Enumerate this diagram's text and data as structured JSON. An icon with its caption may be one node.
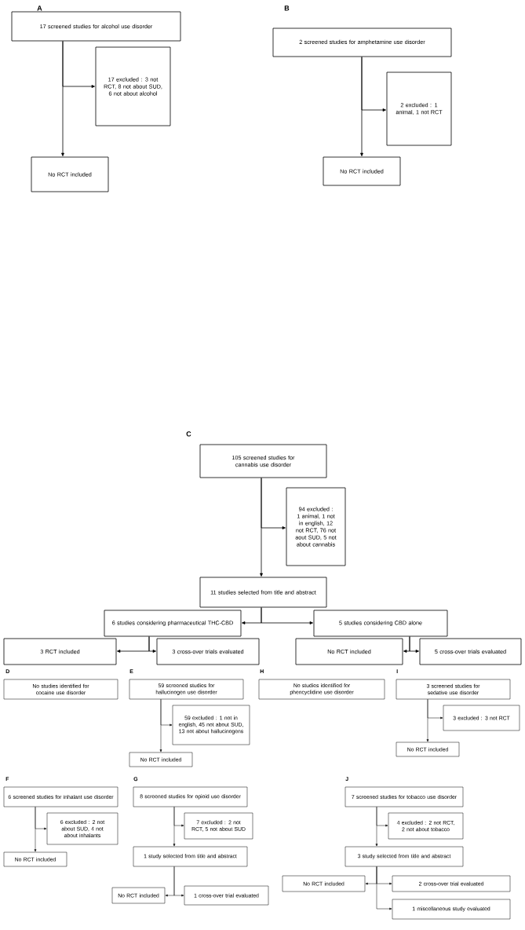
{
  "diagram": {
    "nodes": [
      {
        "text": [
          "17 screened studies for alcohol use disorder"
        ]
      },
      {
        "text": [
          "17 excluded : 3 not RCT, 8 not about SUD, 6 not about alcohol"
        ]
      },
      {
        "text": [
          "No RCT included"
        ]
      },
      {
        "text": [
          "2 screened studies for amphetamine use disorder"
        ]
      },
      {
        "text": [
          "2 excluded : 1 animal, 1 not RCT"
        ]
      },
      {
        "text": [
          "No RCT included"
        ]
      },
      {
        "text": [
          "105 screened studies for cannabis use disorder"
        ]
      },
      {
        "text": [
          "94 excluded : 1 animal, 1 not in english, 12 not RCT, 76 not aout SUD, 5 not about cannabis"
        ]
      },
      {
        "text": [
          "11 studies selected from title and abstract"
        ]
      },
      {
        "text": [
          "6 studies considering pharmaceutical THC-CBD"
        ]
      },
      {
        "text": [
          "5 studies considering CBD alone"
        ]
      },
      {
        "text": [
          "3 RCT included"
        ]
      },
      {
        "text": [
          "3 cross-over trials evaluated"
        ]
      },
      {
        "text": [
          "No RCT included"
        ]
      },
      {
        "text": [
          "5 cross-over trials evaluated"
        ]
      },
      {
        "text": [
          "No studies identified for cocaine use disorder"
        ]
      },
      {
        "text": [
          "59 screened studies for hallucinogen use disorder"
        ]
      },
      {
        "text": [
          "59 excluded : 1 not in english, 45 not about SUD, 13 not about hallucinogens"
        ]
      },
      {
        "text": [
          "No RCT included"
        ]
      },
      {
        "text": [
          "No studies identified for phencyclidine use disorder"
        ]
      },
      {
        "text": [
          "3 screened studies for sedative use disorder"
        ]
      },
      {
        "text": [
          "3 excluded : 3 not RCT"
        ]
      },
      {
        "text": [
          "No RCT included"
        ]
      },
      {
        "text": [
          "6 screened studies for inhalant use disorder"
        ]
      },
      {
        "text": [
          "6 excluded : 2 not about SUD, 4 not about inhalants"
        ]
      },
      {
        "text": [
          "No RCT included"
        ]
      },
      {
        "text": [
          "8 screened studies for opioid use disorder"
        ]
      },
      {
        "text": [
          "7 excluded : 2 not RCT, 5 not about SUD"
        ]
      },
      {
        "text": [
          "1 study selected from title and abstract"
        ]
      },
      {
        "text": [
          "No RCT included"
        ]
      },
      {
        "text": [
          "1 cross-over trial evaluated"
        ]
      },
      {
        "text": [
          "7 screened studies for tobacco use disorder"
        ]
      },
      {
        "text": [
          "4 excluded : 2 not RCT, 2 not about tobacco"
        ]
      },
      {
        "text": [
          "3 study selected from title and abstract"
        ]
      },
      {
        "text": [
          "No RCT included"
        ]
      },
      {
        "text": [
          "2 cross-over trial evaluated"
        ]
      },
      {
        "text": [
          "1 miscellaneous study evaluated"
        ]
      }
    ],
    "edges": [
      {
        "from": 0,
        "to": 1,
        "arrow": "to"
      },
      {
        "from": 0,
        "to": 2,
        "arrow": "to"
      },
      {
        "from": 3,
        "to": 4,
        "arrow": "to"
      },
      {
        "from": 3,
        "to": 5,
        "arrow": "to"
      },
      {
        "from": 6,
        "to": 7,
        "arrow": "to"
      },
      {
        "from": 6,
        "to": 8,
        "arrow": "to"
      },
      {
        "from": 8,
        "to": 9,
        "arrow": "to"
      },
      {
        "from": 8,
        "to": 10,
        "arrow": "to"
      },
      {
        "from": 9,
        "to": 11,
        "arrow": "to"
      },
      {
        "from": 9,
        "to": 12,
        "arrow": "to"
      },
      {
        "from": 10,
        "to": 13,
        "arrow": "to"
      },
      {
        "from": 10,
        "to": 14,
        "arrow": "to"
      },
      {
        "from": 16,
        "to": 17,
        "arrow": "to"
      },
      {
        "from": 16,
        "to": 18,
        "arrow": "to"
      },
      {
        "from": 20,
        "to": 21,
        "arrow": "to"
      },
      {
        "from": 20,
        "to": 22,
        "arrow": "to"
      },
      {
        "from": 23,
        "to": 24,
        "arrow": "to"
      },
      {
        "from": 23,
        "to": 25,
        "arrow": "to"
      },
      {
        "from": 26,
        "to": 27,
        "arrow": "to"
      },
      {
        "from": 26,
        "to": 28,
        "arrow": "to"
      },
      {
        "from": 28,
        "to": 29,
        "arrow": "to"
      },
      {
        "from": 28,
        "to": 30,
        "arrow": "to"
      },
      {
        "from": 31,
        "to": 32,
        "arrow": "to"
      },
      {
        "from": 31,
        "to": 33,
        "arrow": "to"
      },
      {
        "from": 33,
        "to": 34,
        "arrow": "to"
      },
      {
        "from": 33,
        "to": 35,
        "arrow": "to"
      },
      {
        "from": 33,
        "to": 36,
        "arrow": "to"
      }
    ],
    "labels": [
      "A",
      "B",
      "C",
      "D",
      "E",
      "H",
      "I",
      "F",
      "G",
      "J"
    ]
  }
}
